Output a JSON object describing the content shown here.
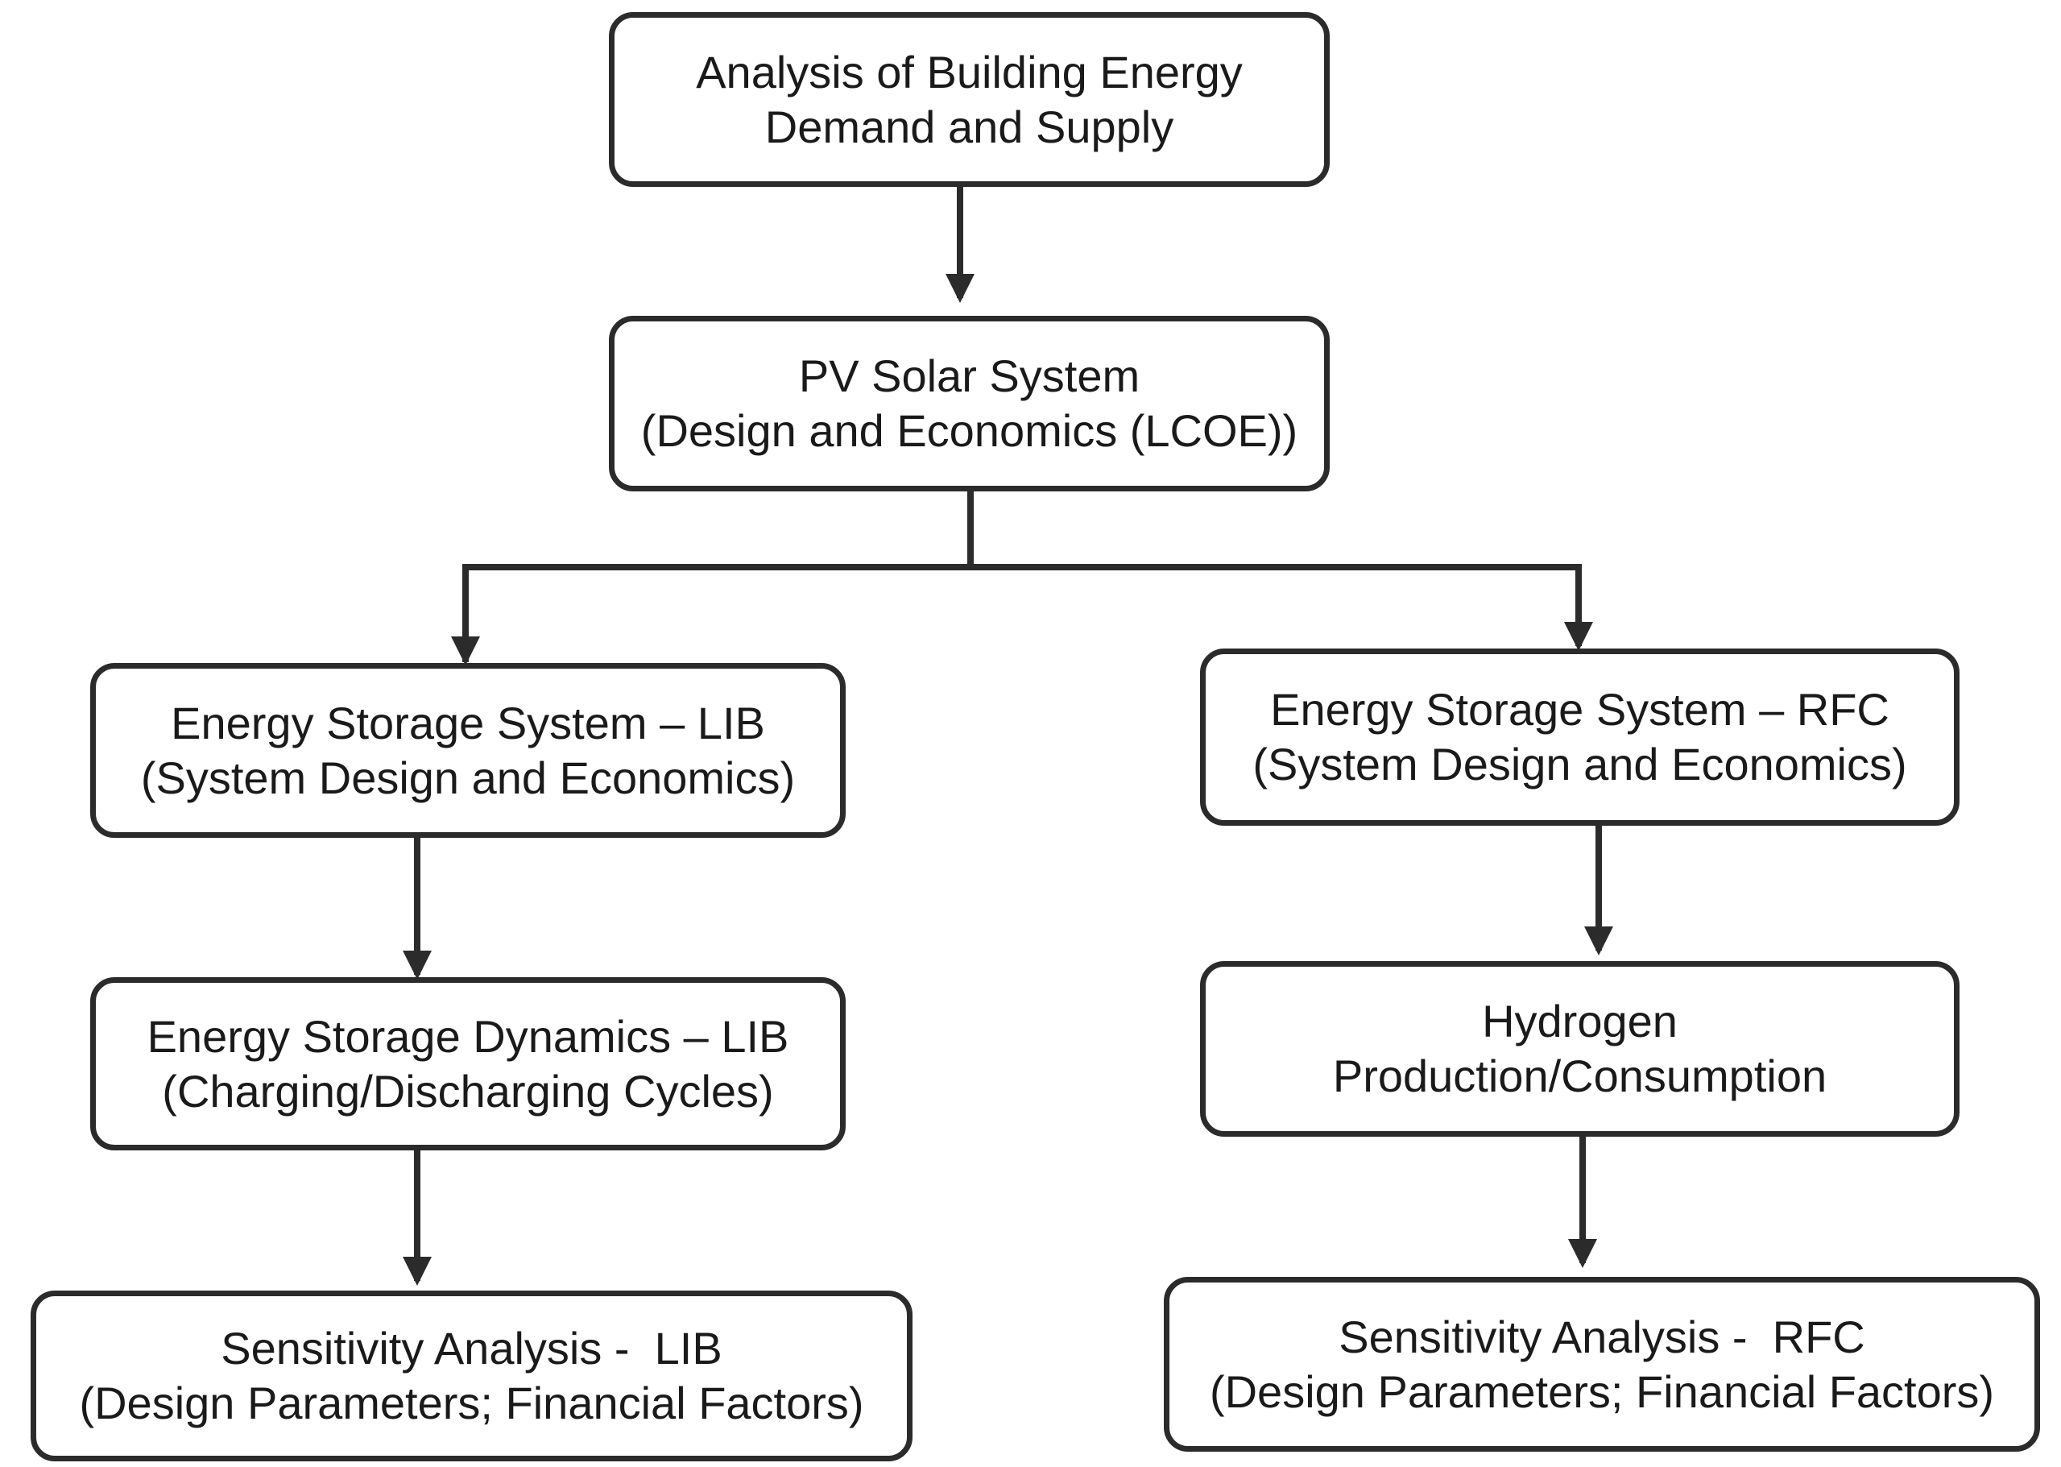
{
  "nodes": {
    "demand_supply": {
      "line1": "Analysis of Building Energy",
      "line2": "Demand and Supply"
    },
    "pv_solar": {
      "line1": "PV Solar System",
      "line2": "(Design and Economics (LCOE))"
    },
    "ess_lib": {
      "line1": "Energy Storage System – LIB",
      "line2": "(System Design and Economics)"
    },
    "ess_rfc": {
      "line1": "Energy Storage System – RFC",
      "line2": "(System Design and Economics)"
    },
    "dynamics_lib": {
      "line1": "Energy Storage Dynamics – LIB",
      "line2": "(Charging/Discharging Cycles)"
    },
    "hydrogen": {
      "line1": "Hydrogen",
      "line2": "Production/Consumption"
    },
    "sensitivity_lib": {
      "line1": "Sensitivity Analysis -  LIB",
      "line2": "(Design Parameters; Financial Factors)"
    },
    "sensitivity_rfc": {
      "line1": "Sensitivity Analysis -  RFC",
      "line2": "(Design Parameters; Financial Factors)"
    }
  },
  "colors": {
    "stroke": "#2b2b2b",
    "text": "#1a1a1a",
    "background": "#ffffff"
  }
}
